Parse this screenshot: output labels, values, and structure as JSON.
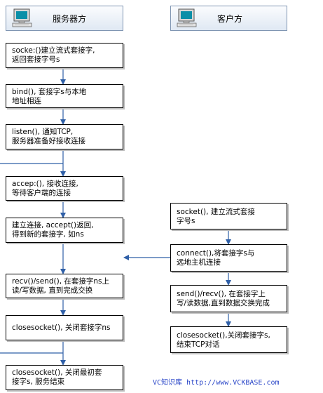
{
  "headers": {
    "server": "服务器方",
    "client": "客户方"
  },
  "server_steps": [
    "socke:()建立流式套接字,\n返回套接字号s",
    "bind(), 套接字s与本地\n地址相连",
    "listen(), 通知TCP,\n服务器准备好接收连接",
    "accep:(), 接收连接,\n等待客户端的连接",
    "建立连接, accept()返回,\n得到新的套接字, 如ns",
    "recv()/send(), 在套接字ns上\n读/写数据, 直到完成交换",
    "closesocket(), 关闭套接字ns",
    "closesocket(), 关闭最初套\n接字s, 服务结束"
  ],
  "client_steps": [
    "socket(), 建立流式套接\n字号s",
    "connect(),将套接字s与\n远地主机连接",
    "send()/recv(), 在套接字上\n写/读数据,直到数据交换完成",
    "closesocket(),关闭套接字s,\n结束TCP对话"
  ],
  "icons": {
    "server_pc": "computer-icon",
    "client_pc": "computer-icon"
  },
  "colors": {
    "arrow": "#2f5fa7",
    "header_border": "#7f95b2"
  },
  "footer": "VC知识库 http://www.VCKBASE.com"
}
